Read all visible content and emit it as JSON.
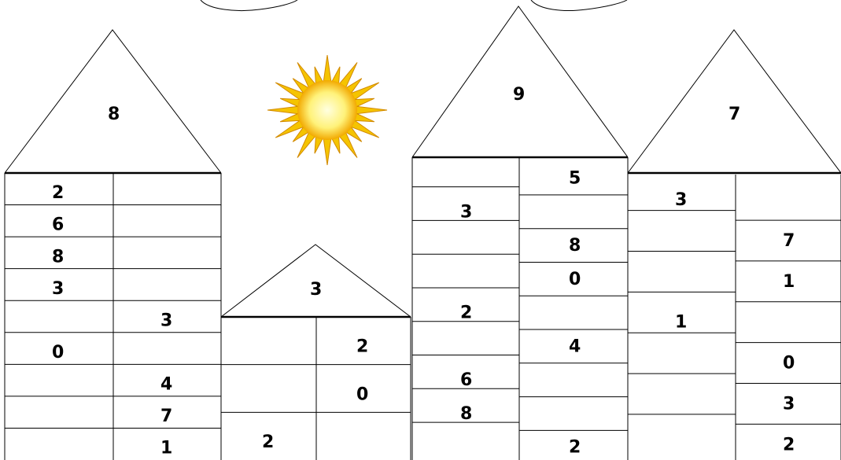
{
  "houses": [
    {
      "roof_number": "8",
      "rows": [
        {
          "left": "2",
          "right": ""
        },
        {
          "left": "6",
          "right": ""
        },
        {
          "left": "8",
          "right": ""
        },
        {
          "left": "3",
          "right": ""
        },
        {
          "left": "",
          "right": "3"
        },
        {
          "left": "0",
          "right": ""
        },
        {
          "left": "",
          "right": "4"
        },
        {
          "left": "",
          "right": "7"
        },
        {
          "left": "",
          "right": "1"
        }
      ]
    },
    {
      "roof_number": "3",
      "rows": [
        {
          "left": "",
          "right": "2"
        },
        {
          "left": "",
          "right": "0"
        },
        {
          "left": "2",
          "right": ""
        }
      ]
    },
    {
      "roof_number": "9",
      "rows": [
        {
          "left": "",
          "right": "5"
        },
        {
          "left": "3",
          "right": ""
        },
        {
          "left": "",
          "right": "8"
        },
        {
          "left": "",
          "right": "0"
        },
        {
          "left": "2",
          "right": ""
        },
        {
          "left": "",
          "right": "4"
        },
        {
          "left": "6",
          "right": ""
        },
        {
          "left": "8",
          "right": ""
        },
        {
          "left": "",
          "right": "2"
        }
      ]
    },
    {
      "roof_number": "7",
      "rows": [
        {
          "left": "3",
          "right": ""
        },
        {
          "left": "",
          "right": "7"
        },
        {
          "left": "",
          "right": "1"
        },
        {
          "left": "1",
          "right": ""
        },
        {
          "left": "",
          "right": "0"
        },
        {
          "left": "",
          "right": "3"
        },
        {
          "left": "",
          "right": "2"
        }
      ]
    }
  ],
  "decorations": {
    "sun_icon": "sun-icon",
    "cloud_icon": "cloud-icon",
    "sun_color": "#f5c400",
    "sun_core_color": "#fff27a"
  }
}
